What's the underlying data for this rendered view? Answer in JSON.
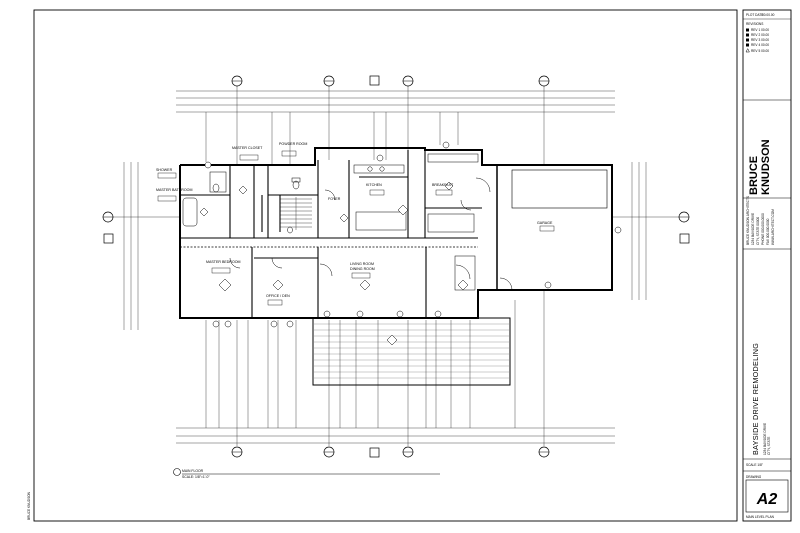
{
  "title_block": {
    "header_label": "PLOT DATE",
    "header_value": "00.00.00",
    "revisions_label": "REVISIONS",
    "revisions": [
      "REV 1 00.00",
      "REV 2 00.00",
      "REV 3 00.00",
      "REV 4 00.00",
      "REV 5 00.00"
    ],
    "firm_name_line1": "BRUCE",
    "firm_name_line2": "KNUDSON",
    "firm_info": [
      "BRUCE KNUDSON ARCHITECTS",
      "1234 BAYSIDE DRIVE",
      "CITY, STATE 00000",
      "PHONE 000.000.0000",
      "FAX 000.000.0000",
      "WWW.ARCHITECT.COM"
    ],
    "project_name": "BAYSIDE DRIVE REMODELING",
    "project_address": [
      "1234 BAYSIDE DRIVE",
      "CITY, STATE"
    ],
    "scale_label": "SCALE 1/8\"",
    "drawing_label": "DRAWING",
    "sheet_number": "A2",
    "sheet_title": "MAIN LEVEL PLAN"
  },
  "plan": {
    "rooms": {
      "shower": "SHOWER",
      "master_bath": "MASTER BATHROOM",
      "master_closet": "MASTER CLOSET",
      "powder": "POWDER ROOM",
      "foyer": "FOYER",
      "kitchen": "KITCHEN",
      "breakfast": "BREAKFAST",
      "garage": "GARAGE",
      "master_bedroom": "MASTER BEDROOM",
      "office": "OFFICE / DEN",
      "living": "LIVING ROOM",
      "dining": "DINING ROOM"
    },
    "plan_title": "MAIN FLOOR",
    "plan_scale": "SCALE: 1/8\"=1'-0\""
  },
  "margin_note": "BRUCE KNUDSON"
}
